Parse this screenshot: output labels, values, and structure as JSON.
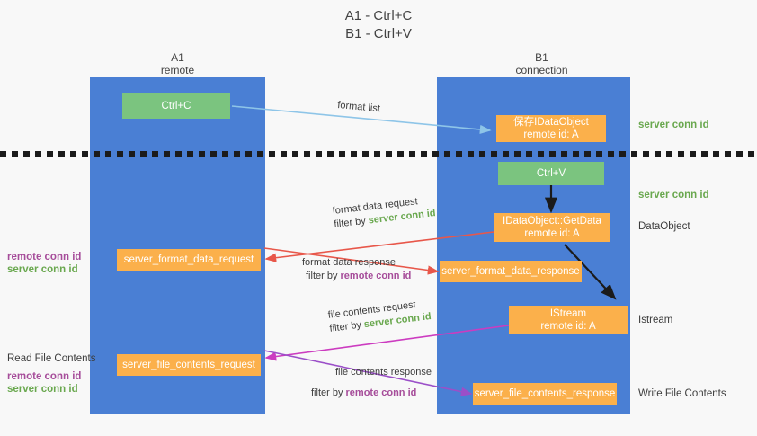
{
  "title": {
    "line1": "A1 - Ctrl+C",
    "line2": "B1 - Ctrl+V"
  },
  "columns": [
    {
      "name": "A1",
      "sub": "remote"
    },
    {
      "name": "B1",
      "sub": "connection"
    }
  ],
  "nodes": {
    "ctrl_c": {
      "label": "Ctrl+C"
    },
    "save_dataobject": {
      "line1": "保存IDataObject",
      "line2": "remote id: A"
    },
    "ctrl_v": {
      "label": "Ctrl+V"
    },
    "getdata": {
      "line1": "IDataObject::GetData",
      "line2": "remote id: A"
    },
    "istream": {
      "line1": "IStream",
      "line2": "remote id: A"
    },
    "server_format_data_request": {
      "label": "server_format_data_request"
    },
    "server_format_data_response": {
      "label": "server_format_data_response"
    },
    "server_file_contents_request": {
      "label": "server_file_contents_request"
    },
    "server_file_contents_response": {
      "label": "server_file_contents_response"
    }
  },
  "right_labels": {
    "server_conn_id_top": "server conn id",
    "server_conn_id_mid": "server conn id",
    "dataobject": "DataObject",
    "istream": "Istream",
    "write_file_contents": "Write File Contents"
  },
  "left_labels": {
    "format_group": {
      "remote": "remote conn id",
      "server": "server conn id"
    },
    "read_file_contents": "Read File Contents",
    "file_group": {
      "remote": "remote conn id",
      "server": "server conn id"
    }
  },
  "edge_labels": {
    "format_list": "format list",
    "format_data_request": "format data request",
    "format_data_request_filter_prefix": "filter by ",
    "format_data_request_filter_value": "server conn id",
    "format_data_response": "format data response",
    "format_data_response_filter_prefix": "filter by ",
    "format_data_response_filter_value": "remote conn id",
    "file_contents_request": "file contents request",
    "file_contents_request_filter_prefix": "filter by ",
    "file_contents_request_filter_value": "server conn id",
    "file_contents_response": "file contents response",
    "file_contents_response_filter_prefix": "filter by ",
    "file_contents_response_filter_value": "remote conn id"
  },
  "colors": {
    "lane": "#4a7fd4",
    "green_node": "#7bc47f",
    "orange_node": "#fbb04b",
    "green_text": "#6aa84f",
    "purple_text": "#a64d9a",
    "light_blue_arrow": "#8ec5e8",
    "red_arrow": "#e8574a",
    "magenta_arrow": "#cc3cc0",
    "purple_arrow": "#9b4fc8",
    "black_arrow": "#1b1b1b",
    "divider": "#1b1b1b",
    "background": "#f8f8f8"
  }
}
